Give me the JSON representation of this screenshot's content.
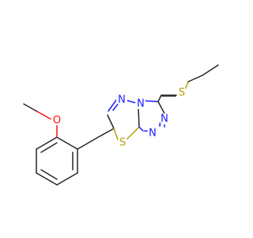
{
  "molecule": {
    "atoms": {
      "o_methoxy": {
        "symbol": "O",
        "color": "#ff0d0d"
      },
      "s_ring": {
        "symbol": "S",
        "color": "#b3a000"
      },
      "s_chain": {
        "symbol": "S",
        "color": "#b3a000"
      },
      "n_top": {
        "symbol": "N",
        "color": "#1a1aff"
      },
      "n_bridge": {
        "symbol": "N",
        "color": "#1a1aff"
      },
      "n_right": {
        "symbol": "N",
        "color": "#1a1aff"
      },
      "n_bottom": {
        "symbol": "N",
        "color": "#1a1aff"
      }
    }
  }
}
